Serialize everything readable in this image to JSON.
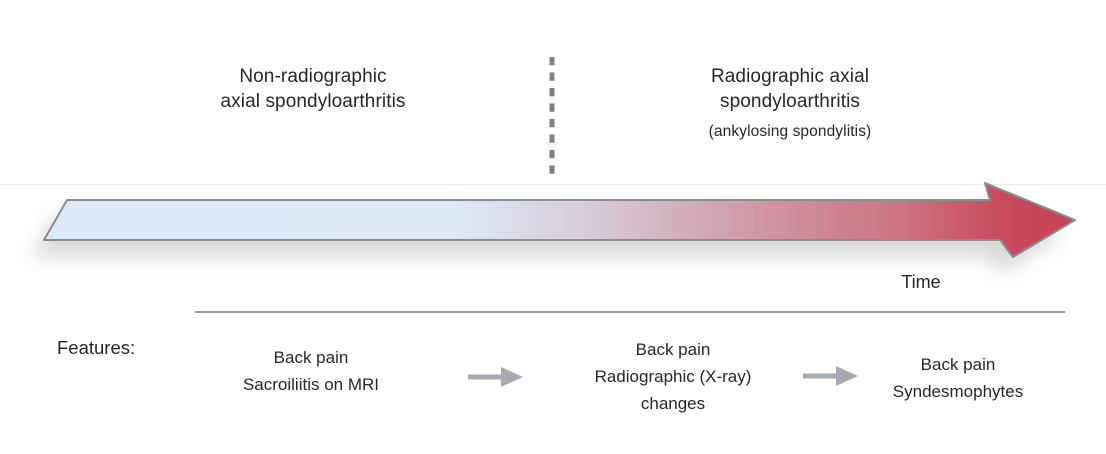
{
  "diagram": {
    "phase_left": {
      "line1": "Non-radiographic",
      "line2": "axial spondyloarthritis"
    },
    "phase_right": {
      "line1": "Radiographic axial",
      "line2": "spondyloarthritis",
      "subtitle": "(ankylosing spondylitis)"
    },
    "time_label": "Time",
    "features_label": "Features:",
    "features": [
      {
        "lines": [
          "Back pain",
          "Sacroiliitis on MRI"
        ]
      },
      {
        "lines": [
          "Back pain",
          "Radiographic (X-ray)",
          "changes"
        ]
      },
      {
        "lines": [
          "Back pain",
          "Syndesmophytes"
        ]
      }
    ],
    "colors": {
      "arrow_gradient": [
        "#dce8f6",
        "#dde8f4",
        "#d7ccd8",
        "#d2aab8",
        "#cf8d9c",
        "#cc7383",
        "#c94a5e",
        "#c74253"
      ],
      "arrow_outline": "#8a8d90",
      "divider_gray": "#7f7f7f",
      "features_line_gray": "#9a9a9a",
      "progression_arrow_gray": "#a7aab0",
      "text_dark": "#2a2627"
    }
  }
}
